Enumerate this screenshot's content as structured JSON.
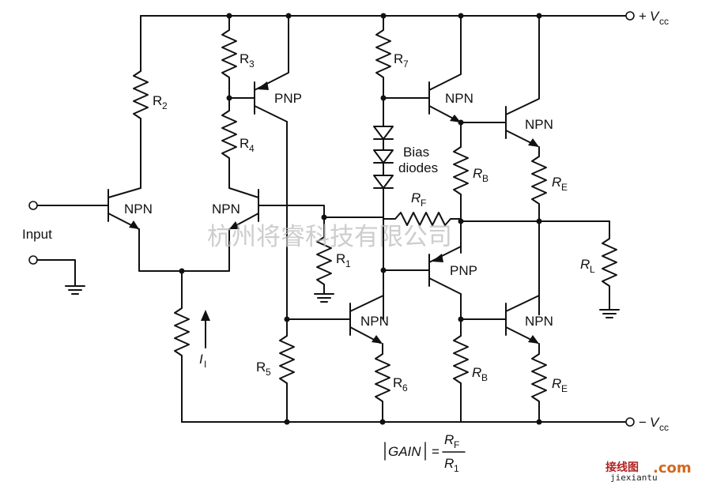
{
  "components": {
    "R2": {
      "letter": "R",
      "sub": "2"
    },
    "R3": {
      "letter": "R",
      "sub": "3"
    },
    "R4": {
      "letter": "R",
      "sub": "4"
    },
    "R7": {
      "letter": "R",
      "sub": "7"
    },
    "RB_top": {
      "letter": "R",
      "sub": "B"
    },
    "RE_top": {
      "letter": "R",
      "sub": "E"
    },
    "RF": {
      "letter": "R",
      "sub": "F"
    },
    "R1": {
      "letter": "R",
      "sub": "1"
    },
    "RL": {
      "letter": "R",
      "sub": "L"
    },
    "R5": {
      "letter": "R",
      "sub": "5"
    },
    "R6": {
      "letter": "R",
      "sub": "6"
    },
    "RB_bot": {
      "letter": "R",
      "sub": "B"
    },
    "RE_bot": {
      "letter": "R",
      "sub": "E"
    },
    "I1": {
      "letter": "I",
      "sub": "I"
    }
  },
  "transistors": {
    "q_in_left": "NPN",
    "q_in_right": "NPN",
    "q_pnp_top": "PNP",
    "q_drv_top": "NPN",
    "q_out_top": "NPN",
    "q_pnp_mid": "PNP",
    "q_bot_left": "NPN",
    "q_out_bot": "NPN"
  },
  "labels": {
    "input": "Input",
    "bias_line1": "Bias",
    "bias_line2": "diodes",
    "vcc_pos_sign": "+",
    "vcc_neg_sign": "−",
    "vcc_letter": "V",
    "vcc_sub": "cc"
  },
  "formula": {
    "gain": "GAIN",
    "equals": "=",
    "num_letter": "R",
    "num_sub": "F",
    "den_letter": "R",
    "den_sub": "1"
  },
  "watermark": "杭州将睿科技有限公司",
  "site_logo": {
    "text_cn": "接线图",
    "text_com": ".com",
    "url": "jiexiantu"
  }
}
